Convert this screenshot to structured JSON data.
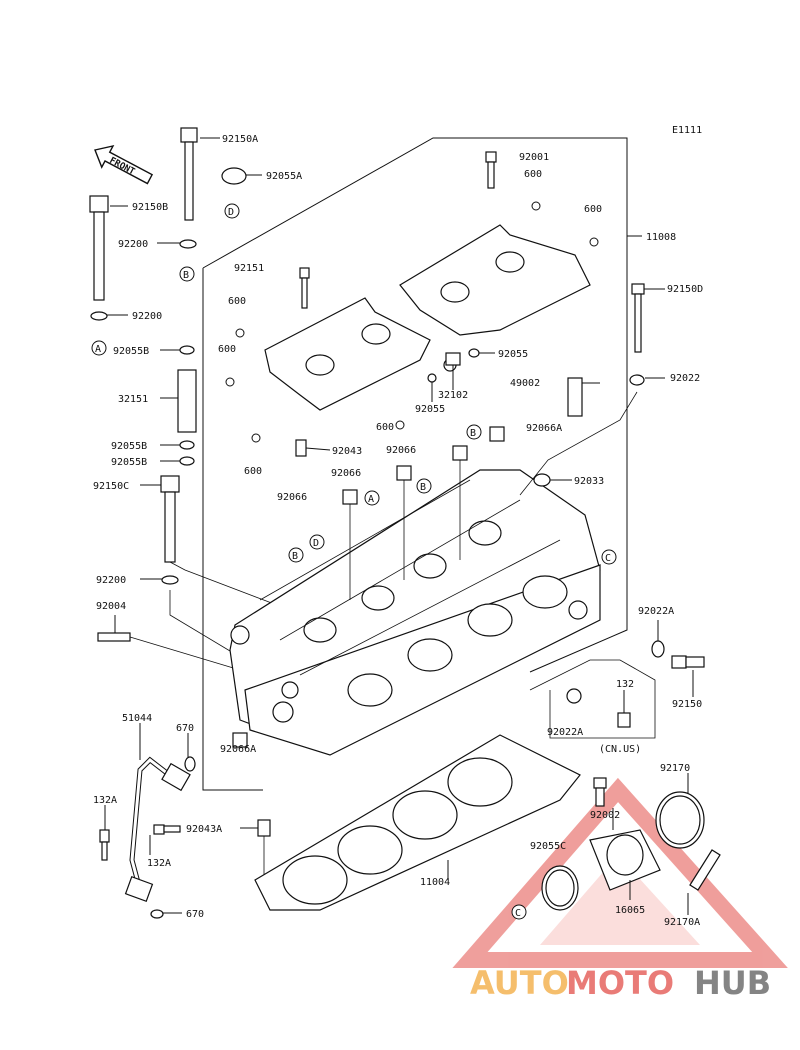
{
  "diagram_code": "E1111",
  "front_label": "FRONT",
  "note": "(CN.US)",
  "refs": {
    "A": "A",
    "B": "B",
    "C": "C",
    "D": "D"
  },
  "parts": {
    "p92150A": "92150A",
    "p92055A": "92055A",
    "p92150B": "92150B",
    "p92200a": "92200",
    "p92200b": "92200",
    "p92055B_1": "92055B",
    "p32151": "32151",
    "p92055B_2": "92055B",
    "p92055B_3": "92055B",
    "p92150C": "92150C",
    "p92200c": "92200",
    "p92004": "92004",
    "p51044": "51044",
    "p670a": "670",
    "p132A_1": "132A",
    "p92043A": "92043A",
    "p132A_2": "132A",
    "p670b": "670",
    "p92066A_b": "92066A",
    "p92001": "92001",
    "p600a": "600",
    "p600b": "600",
    "p11008": "11008",
    "p92151": "92151",
    "p600c": "600",
    "p600d": "600",
    "p92055": "92055",
    "p32102": "32102",
    "p92055b": "92055",
    "p600e": "600",
    "p600f": "600",
    "p92043": "92043",
    "p92066a": "92066",
    "p92066b": "92066",
    "p92066c": "92066",
    "p92066A_t": "92066A",
    "p92150D": "92150D",
    "p92022": "92022",
    "p49002": "49002",
    "p92033": "92033",
    "p92022A_1": "92022A",
    "p92150": "92150",
    "p132": "132",
    "p92022A_2": "92022A",
    "p92170": "92170",
    "p92002": "92002",
    "p92055C": "92055C",
    "p11004": "11004",
    "p16065": "16065",
    "p92170A": "92170A"
  },
  "watermark": {
    "auto": "AUTO",
    "moto": "MOTO",
    "hub": "HUB"
  },
  "colors": {
    "line": "#111111",
    "watermark_red": "#e2504a",
    "watermark_orange": "#f2a93b",
    "watermark_gray": "#5b5b5b"
  }
}
